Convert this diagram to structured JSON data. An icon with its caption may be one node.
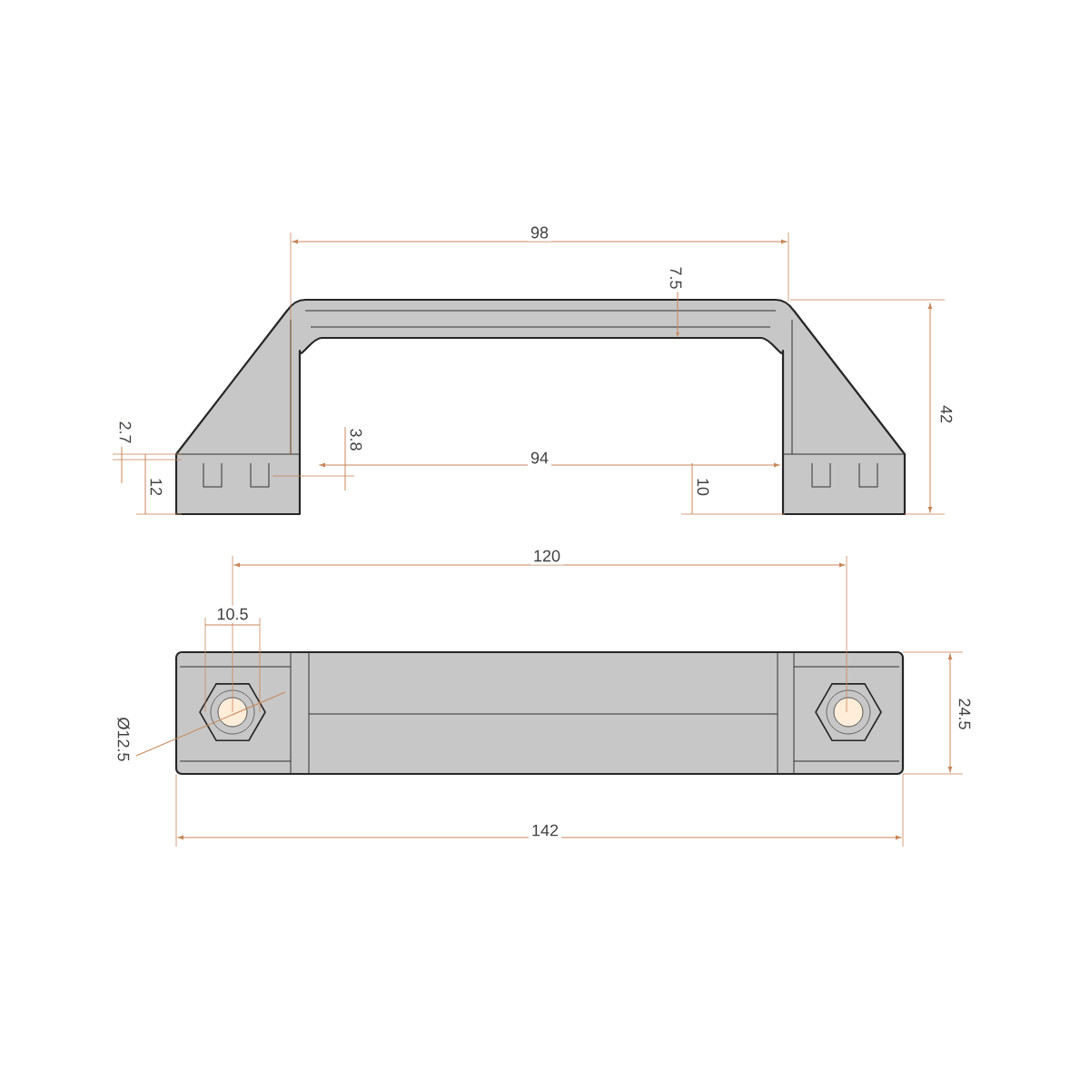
{
  "diagram": {
    "labels": [
      "98",
      "7.5",
      "42",
      "2.7",
      "3.8",
      "94",
      "12",
      "10",
      "120",
      "10.5",
      "Ø12.5",
      "24.5",
      "142"
    ]
  }
}
